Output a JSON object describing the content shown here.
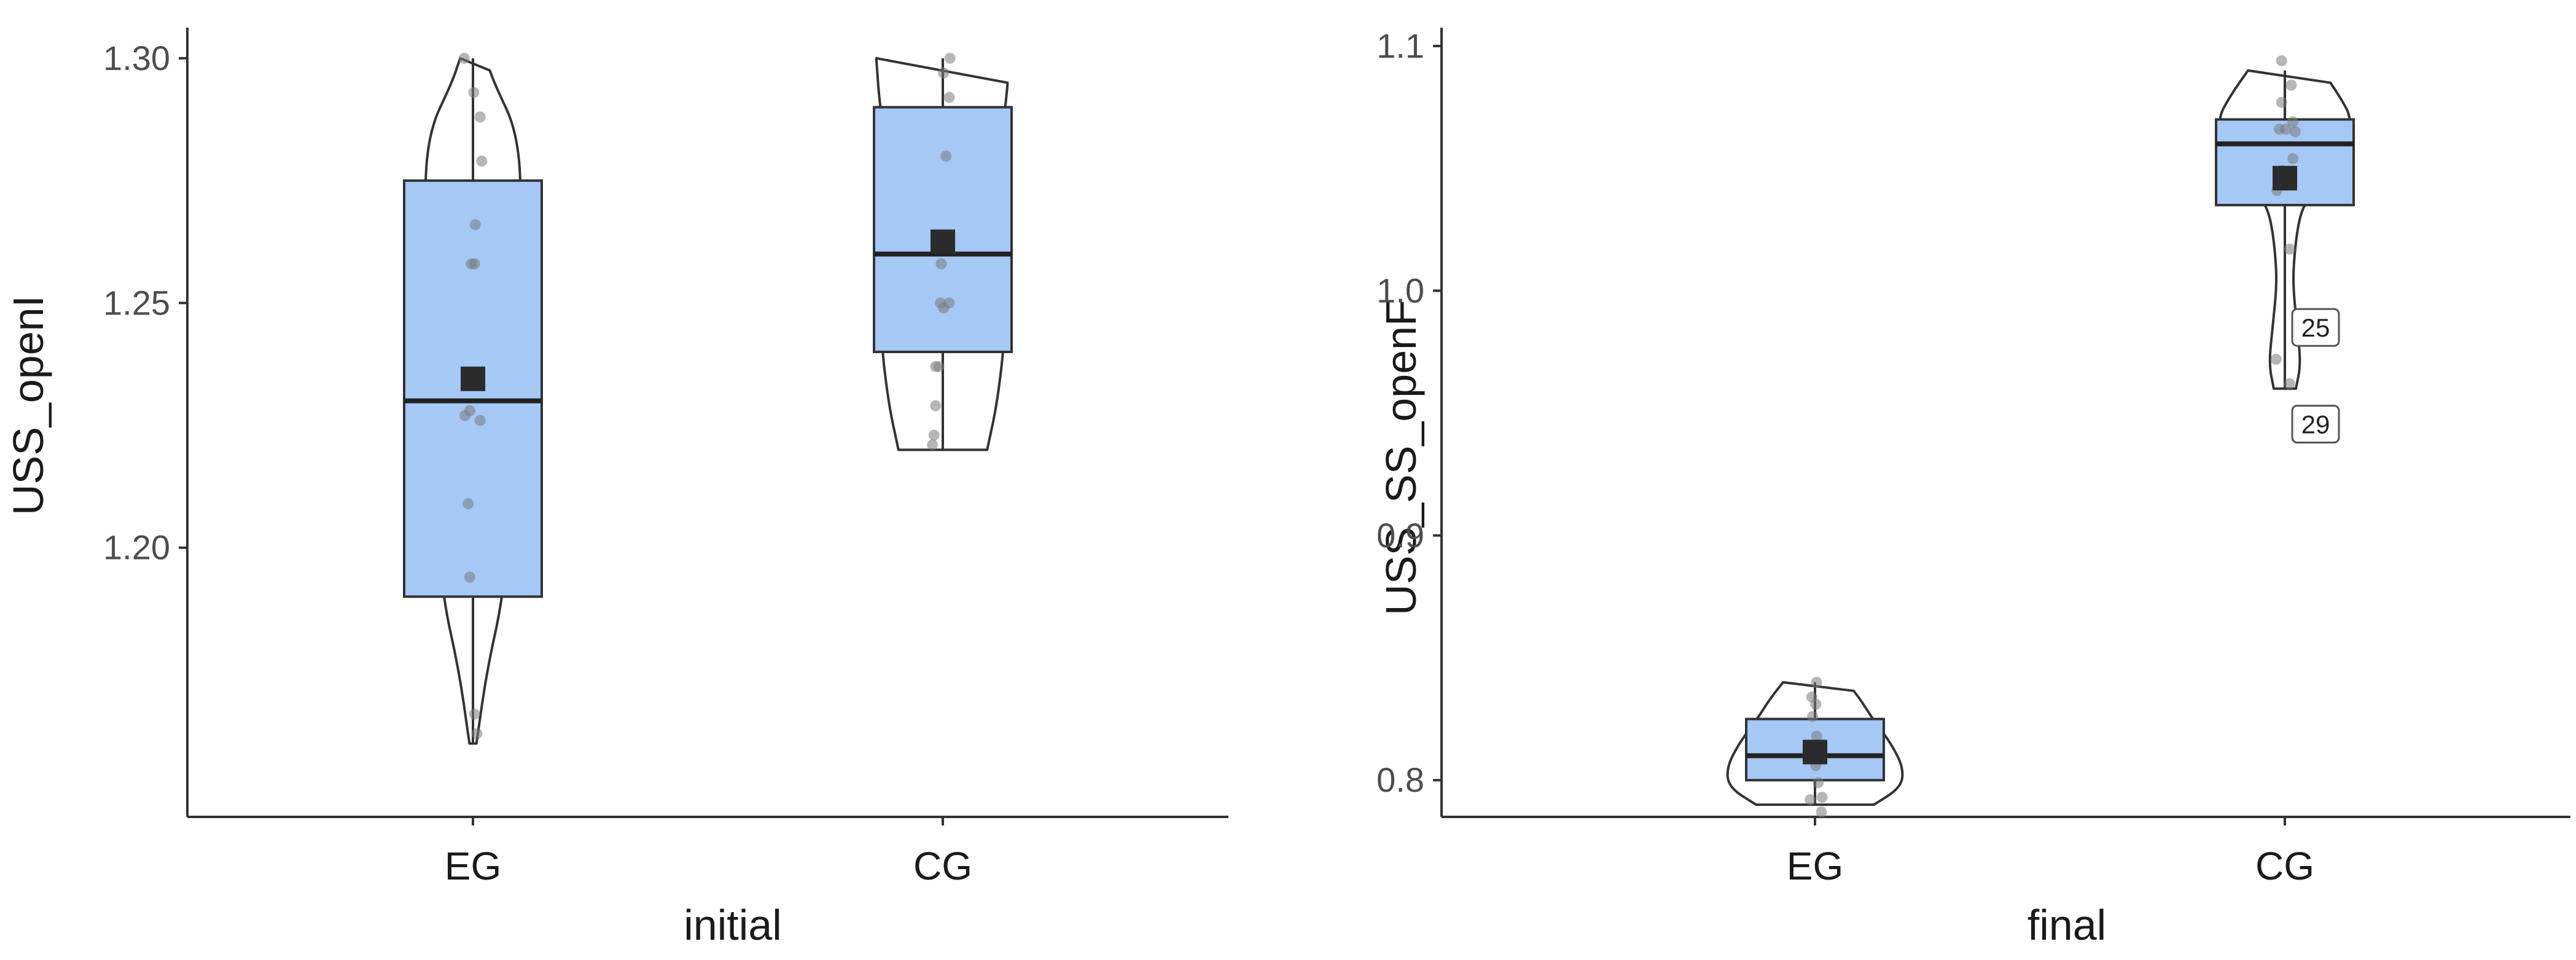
{
  "chart_data": [
    {
      "type": "violin-box",
      "xlabel": "initial",
      "ylabel": "USS_openI",
      "categories": [
        "EG",
        "CG"
      ],
      "ylim": [
        1.145,
        1.305
      ],
      "yticks": [
        "1.20",
        "1.25",
        "1.30"
      ],
      "ytick_values": [
        1.2,
        1.25,
        1.3
      ],
      "grid": false,
      "fill_color": "#a5c8f5",
      "series": [
        {
          "category": "EG",
          "min": 1.16,
          "q1": 1.19,
          "median": 1.23,
          "q3": 1.275,
          "max": 1.3,
          "mean": 1.2345,
          "violin": [
            [
              1.16,
              0.03
            ],
            [
              1.175,
              0.12
            ],
            [
              1.19,
              0.26
            ],
            [
              1.21,
              0.33
            ],
            [
              1.23,
              0.32
            ],
            [
              1.25,
              0.34
            ],
            [
              1.27,
              0.42
            ],
            [
              1.285,
              0.38
            ],
            [
              1.295,
              0.18
            ],
            [
              1.3,
              0.11
            ]
          ],
          "points": [
            [
              1.3,
              -0.11
            ],
            [
              1.293,
              0.01
            ],
            [
              1.288,
              0.09
            ],
            [
              1.279,
              0.11
            ],
            [
              1.266,
              0.03
            ],
            [
              1.258,
              -0.02
            ],
            [
              1.258,
              0.02
            ],
            [
              1.228,
              -0.04
            ],
            [
              1.227,
              -0.1
            ],
            [
              1.209,
              -0.06
            ],
            [
              1.194,
              -0.04
            ],
            [
              1.166,
              0.02
            ],
            [
              1.162,
              0.05
            ],
            [
              1.226,
              0.09
            ]
          ],
          "outliers": []
        },
        {
          "category": "CG",
          "min": 1.22,
          "q1": 1.24,
          "median": 1.26,
          "q3": 1.29,
          "max": 1.3,
          "mean": 1.2625,
          "violin": [
            [
              1.22,
              0.38
            ],
            [
              1.23,
              0.47
            ],
            [
              1.245,
              0.54
            ],
            [
              1.26,
              0.5
            ],
            [
              1.275,
              0.44
            ],
            [
              1.29,
              0.54
            ],
            [
              1.3,
              0.57
            ]
          ],
          "points": [
            [
              1.3,
              0.09
            ],
            [
              1.297,
              0.01
            ],
            [
              1.292,
              0.08
            ],
            [
              1.28,
              0.04
            ],
            [
              1.262,
              0.01
            ],
            [
              1.25,
              -0.03
            ],
            [
              1.25,
              0.08
            ],
            [
              1.237,
              -0.09
            ],
            [
              1.237,
              -0.05
            ],
            [
              1.229,
              -0.09
            ],
            [
              1.223,
              -0.11
            ],
            [
              1.221,
              -0.13
            ],
            [
              1.249,
              0.01
            ],
            [
              1.258,
              -0.02
            ]
          ],
          "outliers": []
        }
      ]
    },
    {
      "type": "violin-box",
      "xlabel": "final",
      "ylabel": "USS_SS_openF",
      "categories": [
        "EG",
        "CG"
      ],
      "ylim": [
        0.785,
        1.105
      ],
      "yticks": [
        "0.8",
        "0.9",
        "1.0",
        "1.1"
      ],
      "ytick_values": [
        0.8,
        0.9,
        1.0,
        1.1
      ],
      "grid": false,
      "fill_color": "#a5c8f5",
      "series": [
        {
          "category": "EG",
          "min": 0.79,
          "q1": 0.8,
          "median": 0.81,
          "q3": 0.825,
          "max": 0.84,
          "mean": 0.8115,
          "violin": [
            [
              0.79,
              0.48
            ],
            [
              0.797,
              0.7
            ],
            [
              0.805,
              0.72
            ],
            [
              0.815,
              0.62
            ],
            [
              0.825,
              0.47
            ],
            [
              0.833,
              0.37
            ],
            [
              0.84,
              0.26
            ]
          ],
          "points": [
            [
              0.84,
              0.02
            ],
            [
              0.834,
              -0.04
            ],
            [
              0.831,
              0.01
            ],
            [
              0.826,
              -0.03
            ],
            [
              0.818,
              0.02
            ],
            [
              0.814,
              -0.07
            ],
            [
              0.806,
              0.01
            ],
            [
              0.799,
              0.04
            ],
            [
              0.793,
              0.09
            ],
            [
              0.792,
              -0.06
            ],
            [
              0.787,
              0.08
            ]
          ],
          "outliers": []
        },
        {
          "category": "CG",
          "min": 0.96,
          "q1": 1.035,
          "median": 1.06,
          "q3": 1.07,
          "max": 1.09,
          "mean": 1.046,
          "violin": [
            [
              0.96,
              0.09
            ],
            [
              0.97,
              0.13
            ],
            [
              0.985,
              0.1
            ],
            [
              1.0,
              0.07
            ],
            [
              1.01,
              0.07
            ],
            [
              1.025,
              0.1
            ],
            [
              1.035,
              0.15
            ],
            [
              1.045,
              0.3
            ],
            [
              1.06,
              0.48
            ],
            [
              1.07,
              0.55
            ],
            [
              1.08,
              0.44
            ],
            [
              1.09,
              0.3
            ]
          ],
          "points": [
            [
              1.094,
              -0.04
            ],
            [
              1.084,
              0.08
            ],
            [
              1.077,
              -0.04
            ],
            [
              1.069,
              0.1
            ],
            [
              1.066,
              0.01
            ],
            [
              1.066,
              -0.07
            ],
            [
              1.054,
              0.1
            ],
            [
              1.049,
              -0.03
            ],
            [
              1.041,
              -0.1
            ],
            [
              1.017,
              0.06
            ],
            [
              0.972,
              -0.11
            ],
            [
              0.962,
              0.06
            ],
            [
              1.065,
              0.13
            ]
          ],
          "outliers": [
            {
              "label": "25",
              "value": 0.985
            },
            {
              "label": "29",
              "value": 0.9455
            }
          ]
        }
      ]
    }
  ]
}
